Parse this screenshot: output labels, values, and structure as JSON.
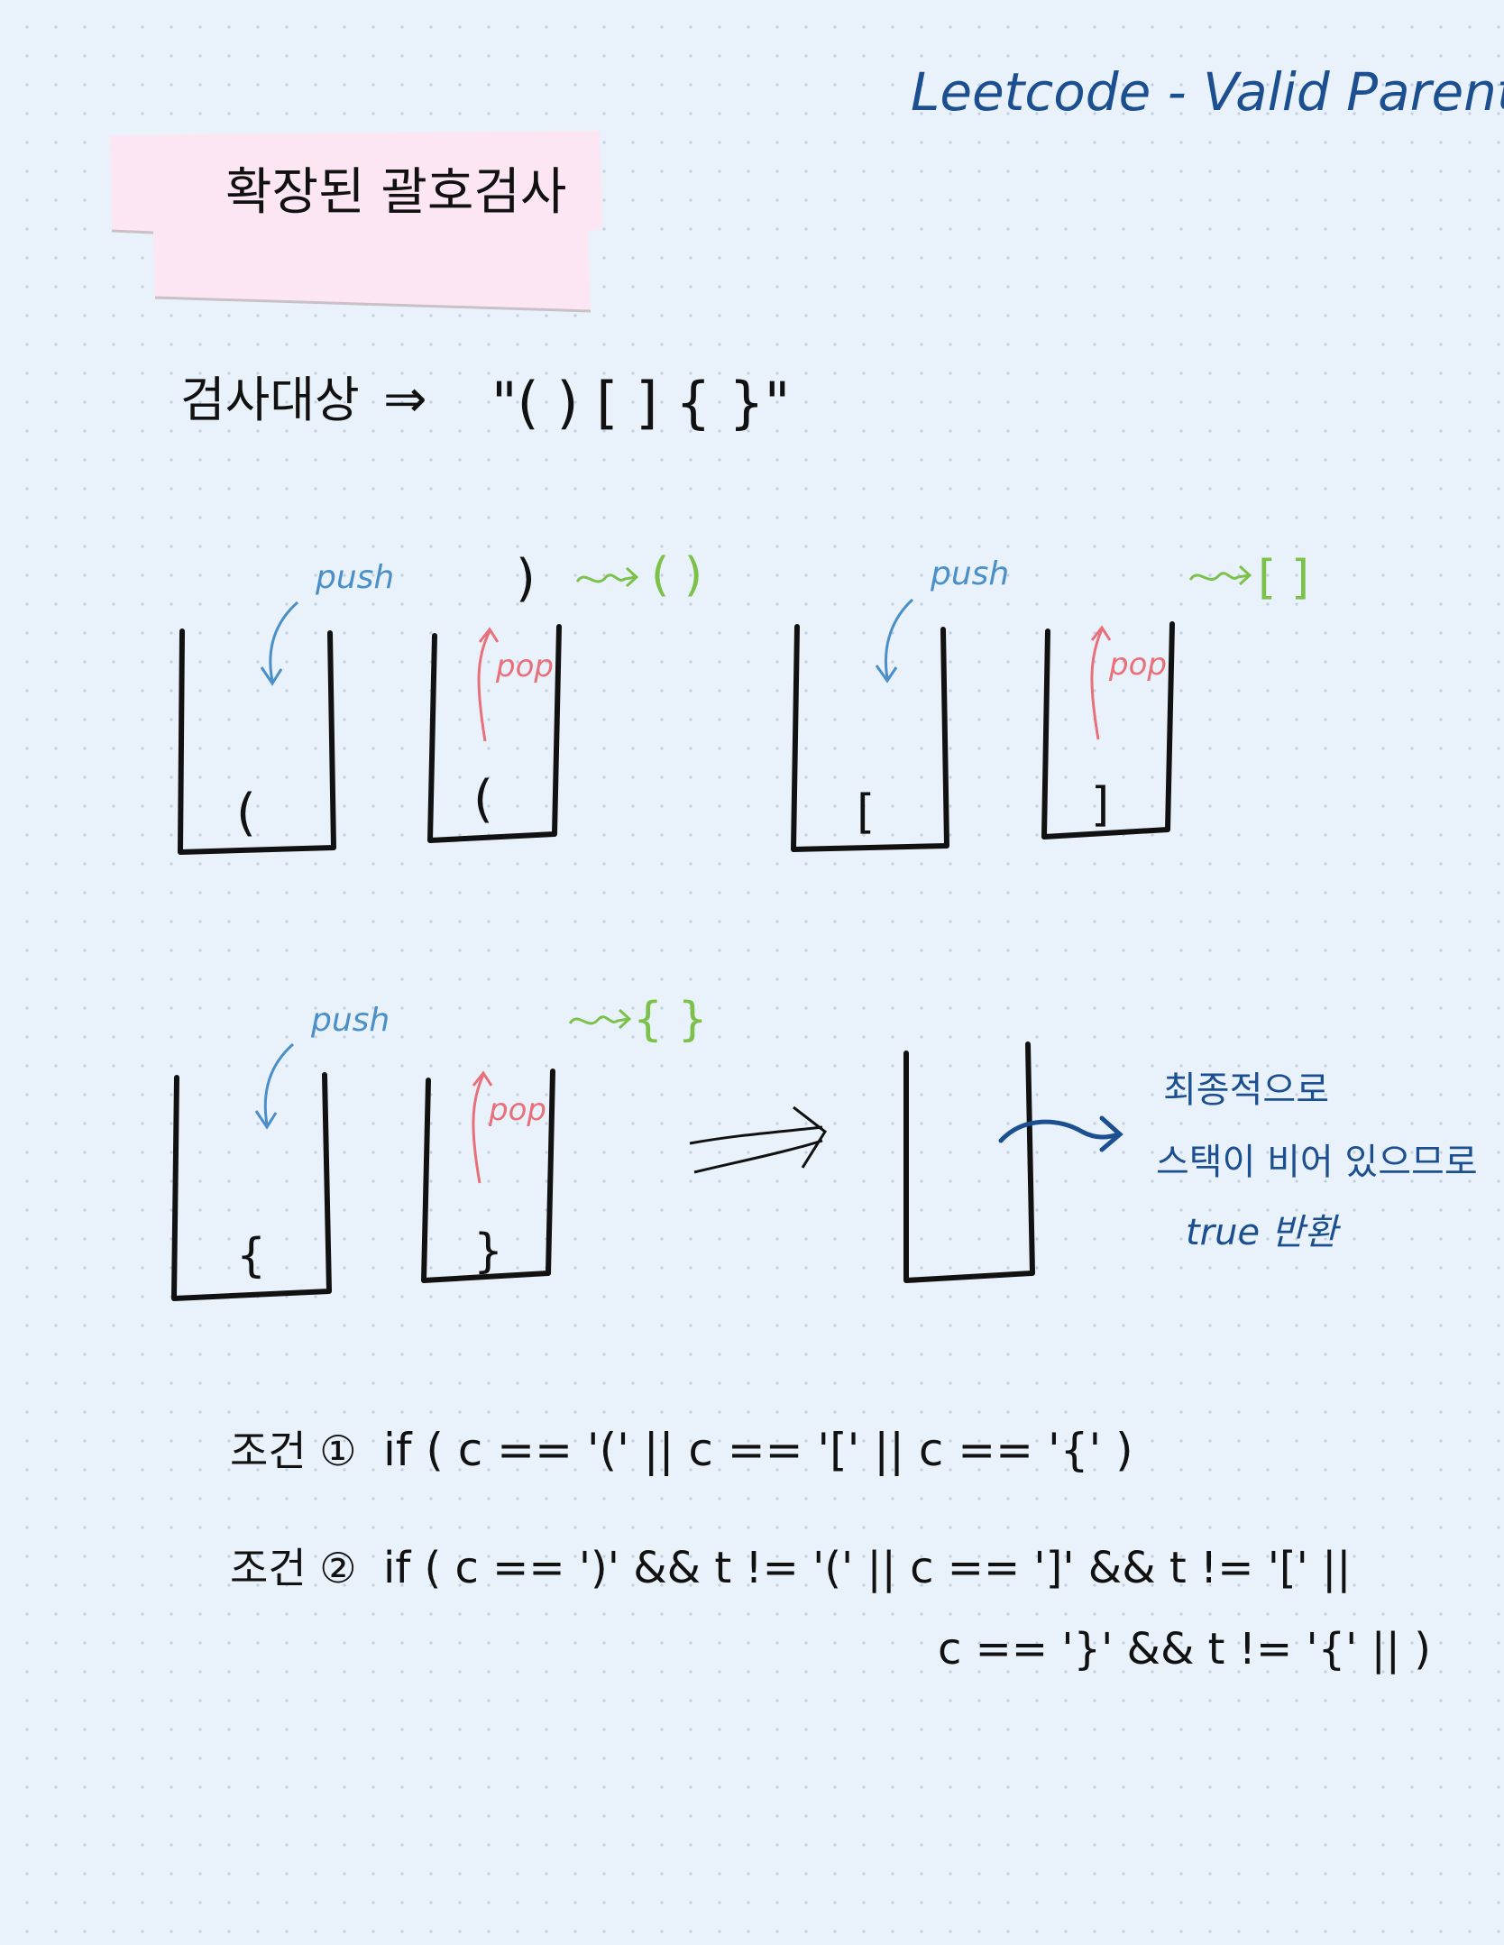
{
  "header": {
    "title": "Leetcode - Valid Parentheses"
  },
  "sticker": {
    "text": "확장된 괄호검사"
  },
  "target": {
    "label": "검사대상",
    "arrow": "⇒",
    "value": "\"( ) [ ] { }\""
  },
  "ops": {
    "push": "push",
    "pop": "pop"
  },
  "stacks": {
    "s1": {
      "item": "("
    },
    "s2": {
      "incoming": ")",
      "item": "(",
      "result": "( )"
    },
    "s3": {
      "item": "["
    },
    "s4": {
      "item": "]",
      "result": "[ ]"
    },
    "s5": {
      "item": "{"
    },
    "s6": {
      "item": "}",
      "result": "{ }"
    }
  },
  "conclusion": {
    "line1": "최종적으로",
    "line2": "스택이 비어 있으므로",
    "line3": "true 반환"
  },
  "conditions": {
    "c1": {
      "label": "조건 ①",
      "code": "if ( c == '(' || c == '[' || c == '{' )"
    },
    "c2": {
      "label": "조건 ②",
      "code_line1": "if ( c == ')' && t != '(' || c == ']' && t != '[' ||",
      "code_line2": "c == '}' && t != '{' || )"
    }
  },
  "colors": {
    "ink": "#111111",
    "title_blue": "#1c4f8f",
    "push_blue": "#4a8fc7",
    "pop_red": "#e8707a",
    "result_green": "#7cc24a",
    "sticker_pink": "#fde6f3"
  }
}
